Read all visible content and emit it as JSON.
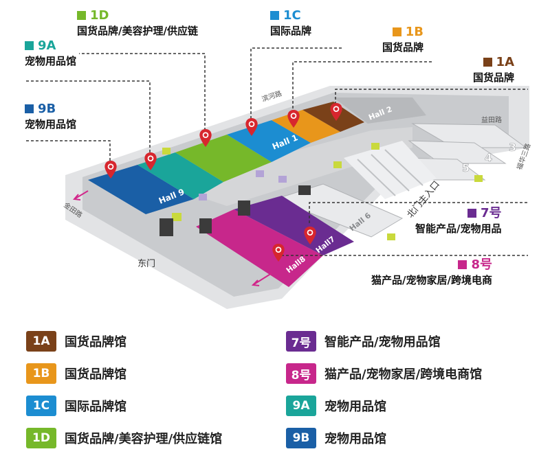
{
  "callouts": {
    "c1d": {
      "code": "1D",
      "desc": "国货品牌/美容护理/供应链",
      "color": "#76b82a"
    },
    "c1c": {
      "code": "1C",
      "desc": "国际品牌",
      "color": "#1c8dd1"
    },
    "c9a": {
      "code": "9A",
      "desc": "宠物用品馆",
      "color": "#1aa59a"
    },
    "c1b": {
      "code": "1B",
      "desc": "国货品牌",
      "color": "#e8961b"
    },
    "c1a": {
      "code": "1A",
      "desc": "国货品牌",
      "color": "#7a4119"
    },
    "c9b": {
      "code": "9B",
      "desc": "宠物用品馆",
      "color": "#1a5fa6"
    },
    "c7": {
      "code": "7号",
      "desc": "智能产品/宠物用品",
      "color": "#6a2c91"
    },
    "c8": {
      "code": "8号",
      "desc": "猫产品/宠物家居/跨境电商",
      "color": "#c7278b"
    }
  },
  "map": {
    "halls": {
      "hall1": "Hall 1",
      "hall2": "Hall 2",
      "hall6": "Hall 6",
      "hall7": "Hall7",
      "hall8": "Hall8",
      "hall9": "Hall 9",
      "hall3": "3",
      "hall4": "4",
      "hall5": "5"
    },
    "roads": {
      "binhe": "滨河路",
      "yitian": "益田路",
      "fuhua": "福华三路",
      "jintian": "金田路"
    },
    "gates": {
      "east": "东门",
      "north": "北门主入口"
    }
  },
  "legend": [
    {
      "code": "1A",
      "label": "国货品牌馆",
      "color": "#7a4119"
    },
    {
      "code": "1B",
      "label": "国货品牌馆",
      "color": "#e8961b"
    },
    {
      "code": "1C",
      "label": "国际品牌馆",
      "color": "#1c8dd1"
    },
    {
      "code": "1D",
      "label": "国货品牌/美容护理/供应链馆",
      "color": "#76b82a"
    },
    {
      "code": "7号",
      "label": "智能产品/宠物用品馆",
      "color": "#6a2c91"
    },
    {
      "code": "8号",
      "label": "猫产品/宠物家居/跨境电商馆",
      "color": "#c7278b"
    },
    {
      "code": "9A",
      "label": "宠物用品馆",
      "color": "#1aa59a"
    },
    {
      "code": "9B",
      "label": "宠物用品馆",
      "color": "#1a5fa6"
    }
  ]
}
